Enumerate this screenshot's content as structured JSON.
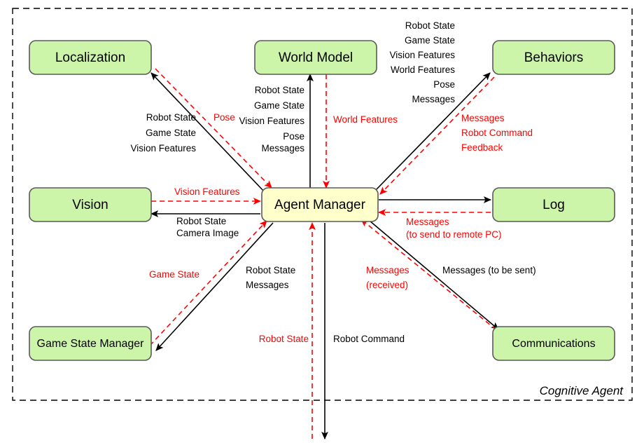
{
  "diagram": {
    "boundary_label": "Cognitive Agent",
    "colors": {
      "module_fill": "#ccf5aa",
      "hub_fill": "#ffffcc",
      "module_stroke": "#5a5a5a",
      "flow_output": "#000000",
      "flow_input": "#ff0000",
      "boundary_stroke": "#000000"
    },
    "nodes": {
      "hub": "Agent Manager",
      "localization": "Localization",
      "world_model": "World Model",
      "behaviors": "Behaviors",
      "vision": "Vision",
      "log": "Log",
      "game_state_manager": "Game State Manager",
      "communications": "Communications"
    },
    "edges": {
      "localization_in": {
        "color": "#000000",
        "lines": [
          "Robot State",
          "Game State",
          "Vision Features"
        ]
      },
      "localization_out": {
        "color": "#ff0000",
        "lines": [
          "Pose"
        ]
      },
      "world_model_in": {
        "color": "#000000",
        "lines": [
          "Robot State",
          "Game State",
          "Vision Features",
          "Pose",
          "Messages"
        ]
      },
      "world_model_out": {
        "color": "#ff0000",
        "lines": [
          "World Features"
        ]
      },
      "behaviors_in": {
        "color": "#000000",
        "lines": [
          "Robot State",
          "Game State",
          "Vision Features",
          "World Features",
          "Pose",
          "Messages"
        ]
      },
      "behaviors_out": {
        "color": "#ff0000",
        "lines": [
          "Messages",
          "Robot Command",
          "Feedback"
        ]
      },
      "vision_in": {
        "color": "#000000",
        "lines": [
          "Robot State",
          "Camera Image"
        ]
      },
      "vision_out": {
        "color": "#ff0000",
        "lines": [
          "Vision Features"
        ]
      },
      "log_in": {
        "color": "#000000",
        "lines": []
      },
      "log_out": {
        "color": "#ff0000",
        "lines": [
          "Messages",
          "(to send to remote PC)"
        ]
      },
      "game_state_manager_in": {
        "color": "#000000",
        "lines": [
          "Robot State",
          "Messages"
        ]
      },
      "game_state_manager_out": {
        "color": "#ff0000",
        "lines": [
          "Game State"
        ]
      },
      "communications_in": {
        "color": "#000000",
        "lines": [
          "Messages (to be sent)"
        ]
      },
      "communications_out": {
        "color": "#ff0000",
        "lines": [
          "Messages",
          "(received)"
        ]
      },
      "external_out": {
        "color": "#000000",
        "lines": [
          "Robot Command"
        ]
      },
      "external_in": {
        "color": "#ff0000",
        "lines": [
          "Robot State"
        ]
      }
    }
  }
}
